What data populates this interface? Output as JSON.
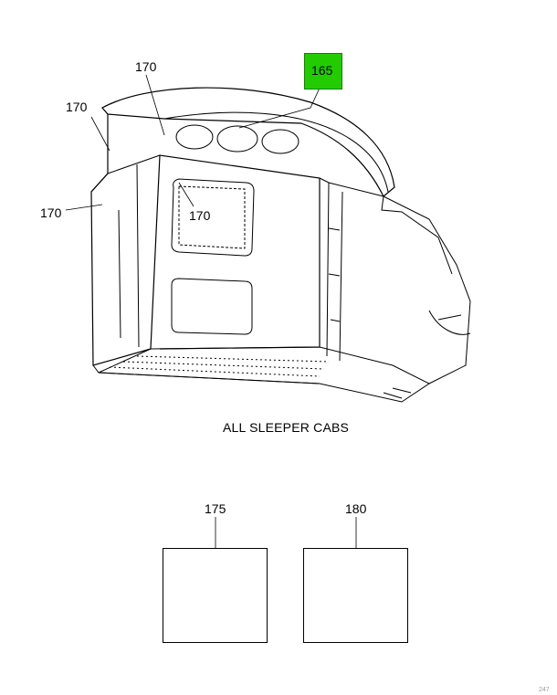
{
  "diagram": {
    "caption": "ALL SLEEPER CABS",
    "callouts": {
      "part_165": "165",
      "c170_top": "170",
      "c170_left_upper": "170",
      "c170_left": "170",
      "c170_inner": "170",
      "part_175": "175",
      "part_180": "180"
    },
    "highlight_color": "#22cc00",
    "footer_mark": "247"
  }
}
